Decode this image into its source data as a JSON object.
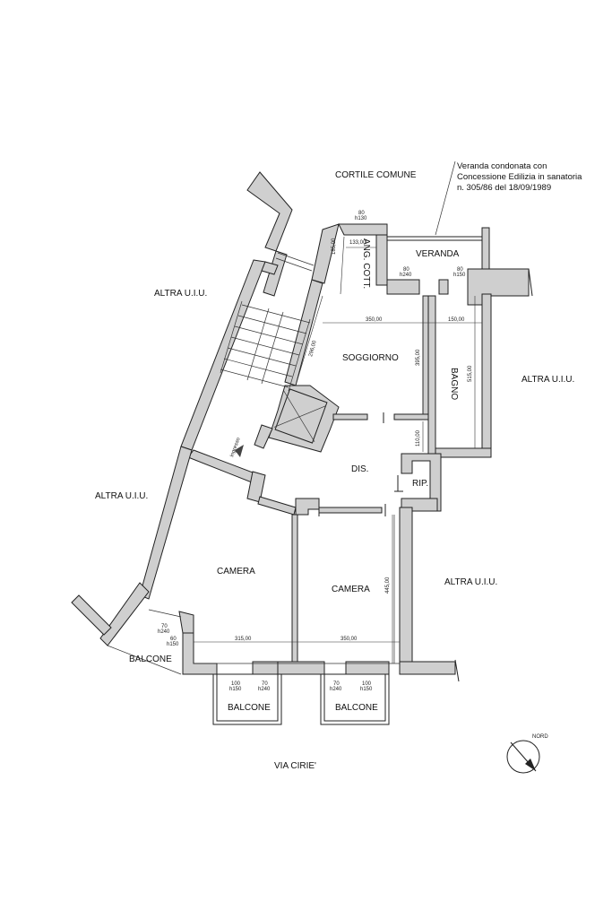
{
  "labels": {
    "cortile": "CORTILE COMUNE",
    "altra_top_left": "ALTRA U.I.U.",
    "altra_mid_left": "ALTRA U.I.U.",
    "altra_right_top": "ALTRA U.I.U.",
    "altra_right_bottom": "ALTRA U.I.U.",
    "veranda": "VERANDA",
    "ang_cott": "ANG. COTT.",
    "soggiorno": "SOGGIORNO",
    "bagno": "BAGNO",
    "dis": "DIS.",
    "rip": "RIP.",
    "camera_left": "CAMERA",
    "camera_right": "CAMERA",
    "balcone_left": "BALCONE",
    "balcone_mid": "BALCONE",
    "balcone_right": "BALCONE",
    "street": "VIA CIRIE'",
    "north": "NORD",
    "ingresso": "ingresso"
  },
  "note": {
    "line1": "Veranda condonata con",
    "line2": "Concessione Edilizia in sanatoria",
    "line3": "n. 305/86 del 18/09/1989"
  },
  "dimensions": {
    "ang_width": "133,00",
    "ang_height": "185,00",
    "corridor_diag": "296,00",
    "soggiorno_width": "350,00",
    "bagno_width": "150,00",
    "soggiorno_height": "395,00",
    "bagno_height": "515,00",
    "dis_gap": "110,00",
    "camera_left_width": "315,00",
    "camera_right_width": "350,00",
    "camera_height": "445,00"
  },
  "windows": {
    "ang_top_w": "80",
    "ang_top_h": "h130",
    "veranda_left_w": "80",
    "veranda_left_h": "h240",
    "veranda_right_w": "80",
    "veranda_right_h": "h150",
    "balc_left_w": "60",
    "balc_left_h": "h150",
    "balc_left_w2": "70",
    "balc_left_h2": "h240",
    "balc_mid_w1": "100",
    "balc_mid_h1": "h150",
    "balc_mid_w2": "70",
    "balc_mid_h2": "h240",
    "balc_right_w1": "70",
    "balc_right_h1": "h240",
    "balc_right_w2": "100",
    "balc_right_h2": "h150"
  }
}
